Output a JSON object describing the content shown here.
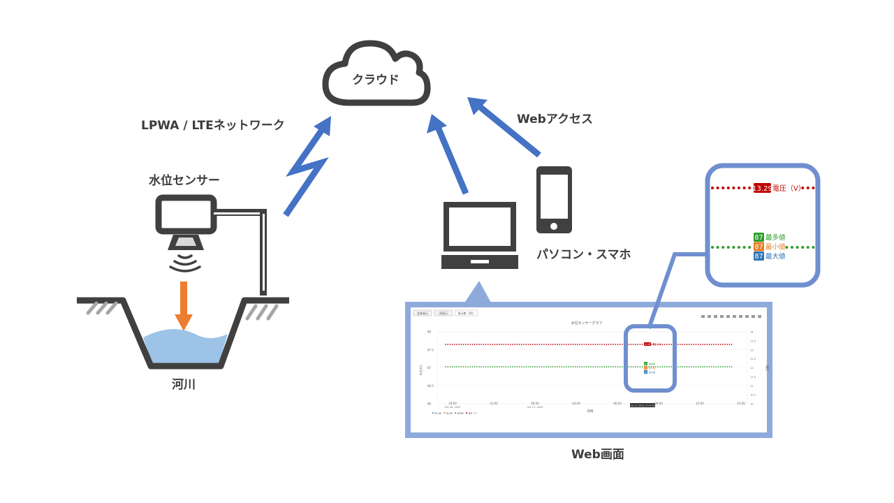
{
  "labels": {
    "cloud": "クラウド",
    "network": "LPWA / LTEネットワーク",
    "web_access": "Webアクセス",
    "sensor": "水位センサー",
    "river": "河川",
    "devices": "パソコン・スマホ",
    "web_screen": "Web画面"
  },
  "zoom": {
    "voltage_value": "13.29",
    "voltage_label": "電圧（V）",
    "level_value": "87",
    "series": [
      "最多値",
      "最小値",
      "最大値"
    ]
  },
  "screen": {
    "buttons": [
      "全体表示",
      "再表示"
    ],
    "select_value": "表示数（50）",
    "chart_title": "水位センサーグラフ",
    "y_ticks_left": [
      "88",
      "87.5",
      "87",
      "86.5",
      "86"
    ],
    "y_ticks_right": [
      "14",
      "13.5",
      "13",
      "12.5",
      "12",
      "11.5",
      "11",
      "10.5",
      "10"
    ],
    "x_ticks": [
      "18:00",
      "21:00",
      "00:00",
      "03:00",
      "06:00",
      "09:00",
      "12:00",
      "15:00"
    ],
    "x_dates": [
      "Oct 16, 2023",
      "Oct 17, 2023"
    ],
    "x_label": "日時",
    "y_label_left": "水位(m)",
    "y_label_right": "電圧",
    "tooltip_time": "Oct 17, 2023, 07:47:26",
    "legend": [
      "最小値",
      "最大値",
      "最多値",
      "電圧（V）"
    ]
  },
  "colors": {
    "blue_arrow": "#4472c4",
    "orange_arrow": "#ed7d31",
    "frame": "#8eaadb",
    "zoom_border": "#6f8fcf",
    "voltage_red": "#c00000",
    "level_green": "#2e9e2e",
    "level_orange": "#e67e22",
    "level_blue": "#2e75b6",
    "water": "#9dc3e6",
    "icon_dark": "#404040"
  }
}
